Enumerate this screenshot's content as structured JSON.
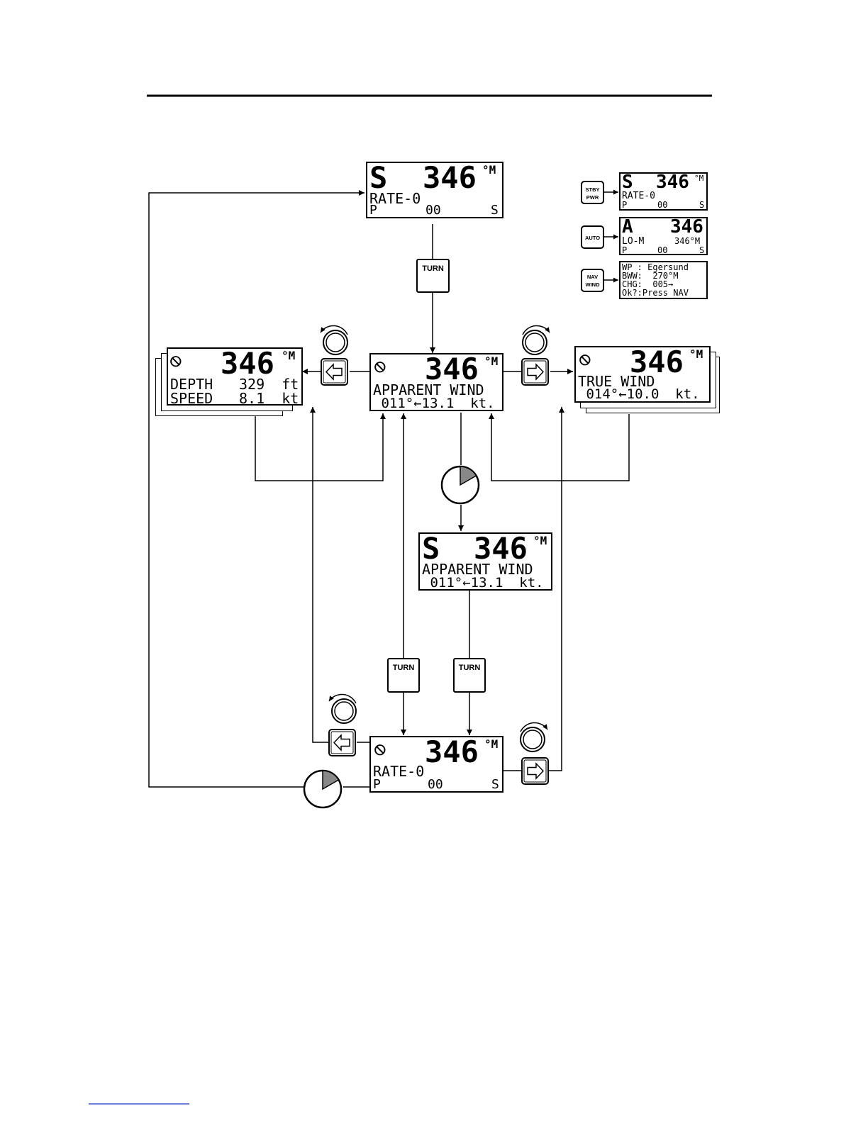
{
  "screens": {
    "standby_top": {
      "mode": "S",
      "heading": "346",
      "unit": "°M",
      "line2": "RATE-0",
      "p": "P",
      "val": "00",
      "side": "S"
    },
    "apparent_main": {
      "heading": "346",
      "unit": "°M",
      "line2": "APPARENT WIND",
      "line3": " 011°←13.1  kt."
    },
    "depth": {
      "heading": "346",
      "unit": "°M",
      "depth_label": "DEPTH",
      "depth_val": "329  ft.",
      "speed_label": "SPEED",
      "speed_val": "8.1  kt."
    },
    "true_wind": {
      "heading": "346",
      "unit": "°M",
      "line2": "TRUE WIND",
      "line3": " 014°←10.0  kt."
    },
    "apparent_standby": {
      "mode": "S",
      "heading": "346",
      "unit": "°M",
      "line2": "APPARENT WIND",
      "line3": " 011°←13.1  kt."
    },
    "rate_bottom": {
      "heading": "346",
      "unit": "°M",
      "line2": "RATE-0",
      "p": "P",
      "val": "00",
      "side": "S"
    },
    "legend_stby": {
      "mode": "S",
      "heading": "346",
      "unit": "°M",
      "line2": "RATE-0",
      "p": "P",
      "val": "00",
      "side": "S"
    },
    "legend_auto": {
      "mode": "A",
      "heading": "346",
      "line2": "LO-M",
      "line2_right": "346°M",
      "p": "P",
      "val": "00",
      "side": "S"
    },
    "legend_nav": {
      "line1": "WP : Egersund",
      "line2": "BWW:  270°M",
      "line3": "CHG:  005→",
      "line4": "Ok?:Press NAV"
    }
  },
  "keys": {
    "stby_line1": "STBY",
    "stby_line2": "PWR",
    "auto": "AUTO",
    "nav_line1": "NAV",
    "nav_line2": "WIND",
    "turn": "TURN"
  },
  "icons": {
    "lcd_symbol": "circle-slash-icon",
    "left_arrow": "left-arrow-key-icon",
    "right_arrow": "right-arrow-key-icon",
    "knob": "rotary-knob-icon",
    "timer": "timer-clock-icon"
  }
}
